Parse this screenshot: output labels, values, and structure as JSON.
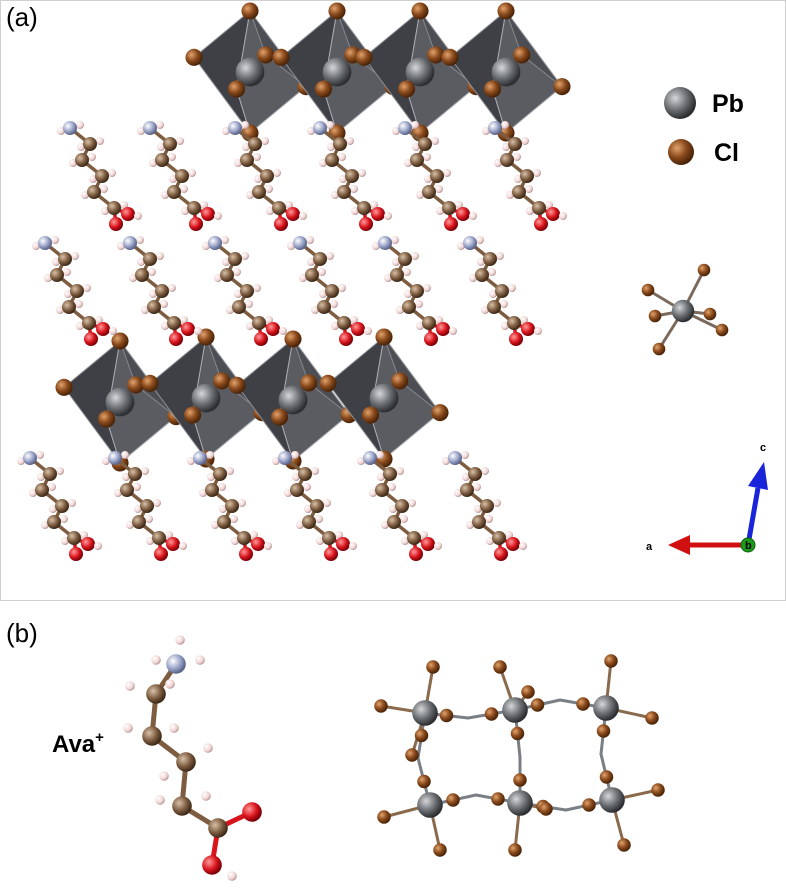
{
  "panels": {
    "a": "(a)",
    "b": "(b)"
  },
  "legend": {
    "pb": {
      "label": "Pb",
      "color": "#6f7276"
    },
    "cl": {
      "label": "Cl",
      "color": "#8a4a1c"
    }
  },
  "axes": {
    "a": "a",
    "b": "b",
    "c": "c"
  },
  "molecule": {
    "base": "Ava",
    "sup": "+"
  },
  "colors": {
    "octahedron": "#4d4f54",
    "carbon": "#8a6a4d",
    "oxygen": "#d8141c",
    "nitrogen": "#9aa4c8",
    "hydrogen": "#f1d4d4",
    "axis_a": "#d01010",
    "axis_b": "#1c9a1c",
    "axis_c": "#1a24d8"
  }
}
